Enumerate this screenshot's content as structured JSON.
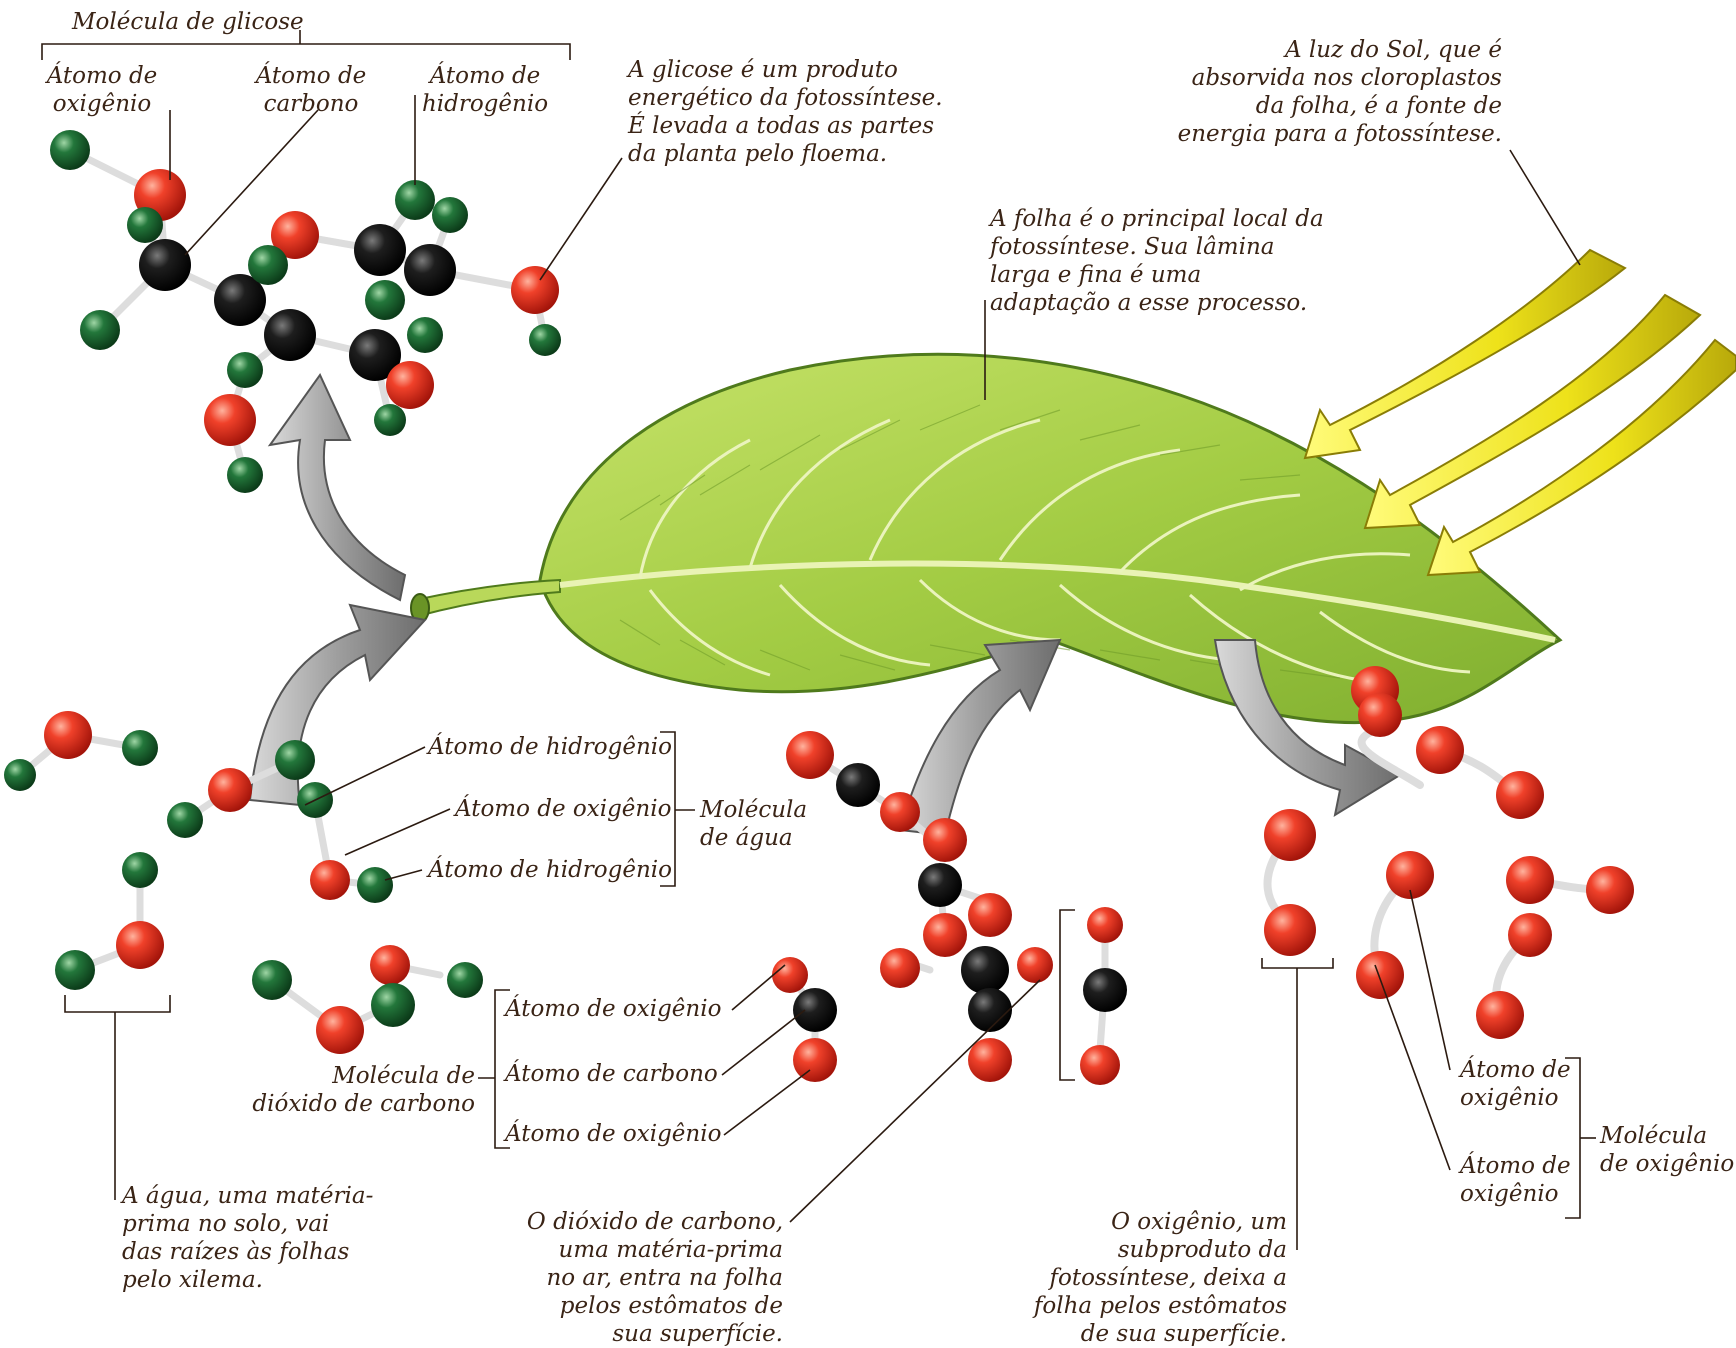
{
  "labels": {
    "glucose_molecule": "Molécula de glicose",
    "glucose_oxygen_atom": "Átomo de\noxigênio",
    "glucose_carbon_atom": "Átomo de\ncarbono",
    "glucose_hydrogen_atom": "Átomo de\nhidrogênio",
    "glucose_text": "A glicose é um produto\nenergético da fotossíntese.\nÉ levada a todas as partes\nda planta pelo floema.",
    "sunlight_text": "A luz do Sol, que é\nabsorvida nos cloroplastos\nda folha, é a fonte de\nenergia para a fotossíntese.",
    "leaf_text": "A folha é o principal local da\nfotossíntese. Sua lâmina\nlarga e fina é uma\nadaptação a esse processo.",
    "water_hydrogen_atom_1": "Átomo de hidrogênio",
    "water_oxygen_atom": "Átomo de oxigênio",
    "water_hydrogen_atom_2": "Átomo de hidrogênio",
    "water_molecule": "Molécula\nde água",
    "co2_oxygen_atom_1": "Átomo de oxigênio",
    "co2_carbon_atom": "Átomo de carbono",
    "co2_oxygen_atom_2": "Átomo de oxigênio",
    "co2_molecule": "Molécula de\ndióxido de carbono",
    "o2_oxygen_atom_1": "Átomo de\noxigênio",
    "o2_oxygen_atom_2": "Átomo de\noxigênio",
    "o2_molecule": "Molécula\nde oxigênio",
    "water_text": "A água, uma matéria-\nprima no solo, vai\ndas raízes às folhas\npelo xilema.",
    "co2_text": "O dióxido de carbono,\numa matéria-prima\nno ar, entra na folha\npelos estômatos de\nsua superfície.",
    "oxygen_text": "O oxigênio, um\nsubproduto da\nfotossíntese, deixa a\nfolha pelos estômatos\nde sua superfície."
  },
  "colors": {
    "oxygen": "#e8331c",
    "carbon": "#151515",
    "hydrogen": "#1f6b33",
    "leaf": "#a8cf47",
    "sunlight": "#f1ea1c",
    "arrow": "#9a9a9a"
  }
}
